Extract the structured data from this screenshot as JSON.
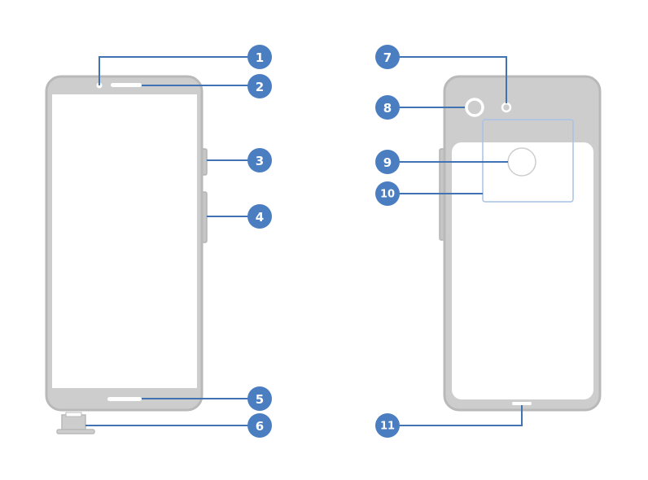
{
  "colors": {
    "phone_body": "#cdcdcd",
    "phone_outline": "#b9b9b9",
    "screen": "#ffffff",
    "leader_line": "#3f73b4",
    "badge_fill": "#4a7ec0",
    "badge_text": "#ffffff",
    "sensor_box": "#a9c2e6"
  },
  "callouts": [
    {
      "id": "c1",
      "label": "1"
    },
    {
      "id": "c2",
      "label": "2"
    },
    {
      "id": "c3",
      "label": "3"
    },
    {
      "id": "c4",
      "label": "4"
    },
    {
      "id": "c5",
      "label": "5"
    },
    {
      "id": "c6",
      "label": "6"
    },
    {
      "id": "c7",
      "label": "7"
    },
    {
      "id": "c8",
      "label": "8"
    },
    {
      "id": "c9",
      "label": "9"
    },
    {
      "id": "c10",
      "label": "10"
    },
    {
      "id": "c11",
      "label": "11"
    }
  ]
}
